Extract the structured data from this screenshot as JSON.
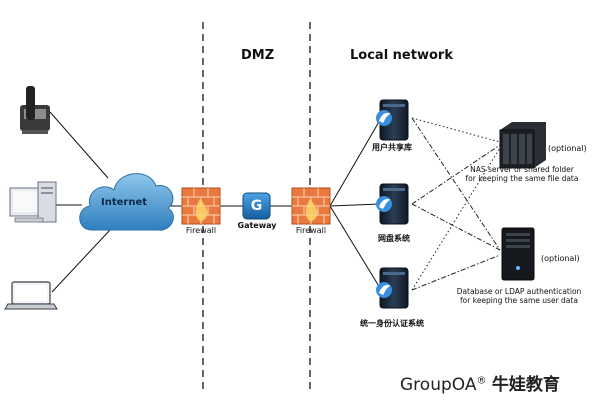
{
  "sections": {
    "dmz": "DMZ",
    "local_network": "Local network"
  },
  "nodes": {
    "internet": "Internet",
    "firewall_left": "Firewall",
    "gateway": "Gateway",
    "gateway_letter": "G",
    "firewall_right": "Firewall",
    "server_user_share": "用户共享库",
    "server_disk": "网盘系统",
    "server_identity": "统一身份认证系统"
  },
  "storage": {
    "nas": {
      "optional": "(optional)",
      "line1": "NAS server or shared folder",
      "line2": "for keeping the same file data"
    },
    "db": {
      "optional": "(optional)",
      "line1": "Database or LDAP authentication",
      "line2": "for keeping the same user data"
    }
  },
  "clients": [
    "phone-icon",
    "desktop-computer-icon",
    "laptop-icon"
  ],
  "brand": {
    "name": "GroupOA",
    "reg": "®",
    "cn": "牛娃教育"
  },
  "colors": {
    "cloud": "#3f8fc8",
    "firewall": "#e86d3a",
    "gateway": "#1f78c8",
    "server": "#1c2a3a",
    "dashed": "#333333"
  }
}
